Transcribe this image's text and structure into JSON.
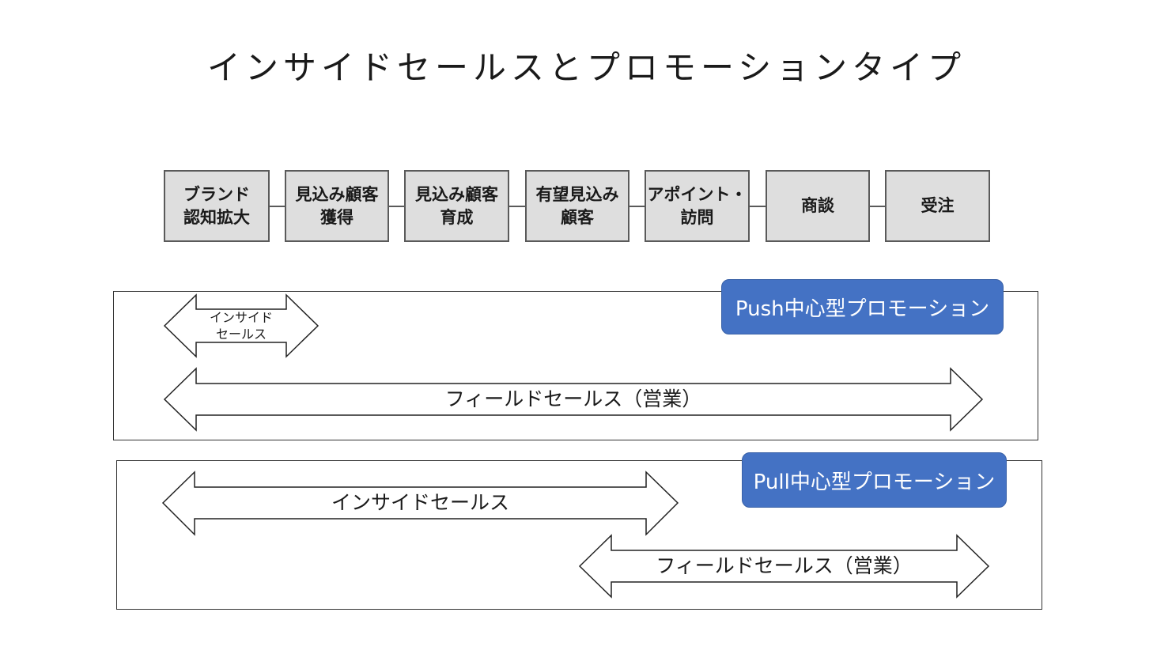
{
  "title": "インサイドセールスとプロモーションタイプ",
  "stages": [
    {
      "line1": "ブランド",
      "line2": "認知拡大"
    },
    {
      "line1": "見込み顧客",
      "line2": "獲得"
    },
    {
      "line1": "見込み顧客",
      "line2": "育成"
    },
    {
      "line1": "有望見込み",
      "line2": "顧客"
    },
    {
      "line1": "アポイント・",
      "line2": "訪問"
    },
    {
      "line1": "商談",
      "line2": ""
    },
    {
      "line1": "受注",
      "line2": ""
    }
  ],
  "push": {
    "badge": "Push中心型プロモーション",
    "inside_sales_line1": "インサイド",
    "inside_sales_line2": "セールス",
    "field_sales": "フィールドセールス（営業）"
  },
  "pull": {
    "badge": "Pull中心型プロモーション",
    "inside_sales": "インサイドセールス",
    "field_sales": "フィールドセールス（営業）"
  },
  "colors": {
    "stage_fill": "#dedede",
    "stage_border": "#5a5a5a",
    "badge_fill": "#4472c4",
    "badge_text": "#ffffff"
  }
}
